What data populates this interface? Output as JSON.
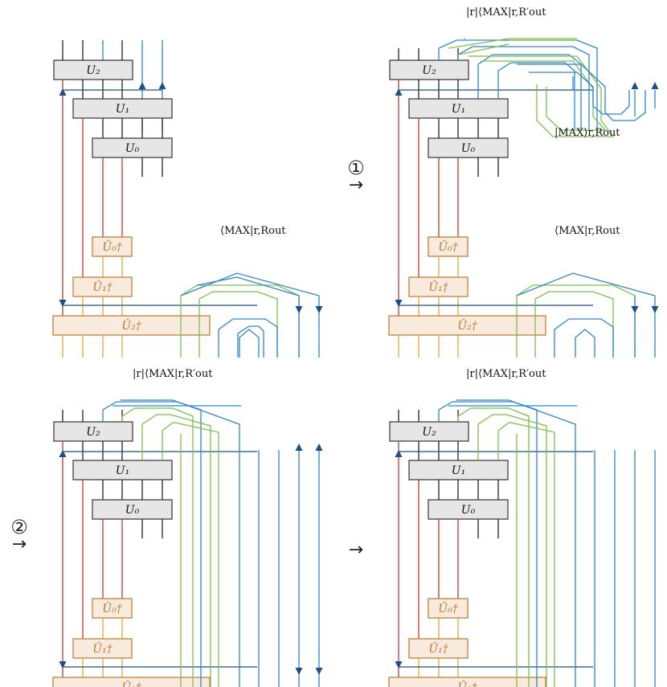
{
  "colors": {
    "black": "#222222",
    "red": "#c0392b",
    "orange": "#e8a531",
    "blue": "#2e86c8",
    "green": "#7cbf4a",
    "navy": "#1b4f8c",
    "gray_box_fill": "#e6e6e6",
    "gray_box_stroke": "#333333",
    "peach_box_fill": "#f8ebdd",
    "peach_box_stroke": "#b9772e",
    "peach_text": "#b9772e"
  },
  "gates": {
    "u2": "U₂",
    "u1": "U₁",
    "u0": "U₀",
    "u0_dag": "Û₀†",
    "u1_dag": "Û₁†",
    "u2_dag": "Û₂†"
  },
  "labels": {
    "bra_max_rout": "⟨MAX|r,Rout",
    "r_bra_max_rprime": "|r|⟨MAX|r,R′out",
    "ket_max_rout": "|MAX⟩r,Rout"
  },
  "steps": {
    "step1": "①",
    "step2": "②",
    "arrow": "→"
  },
  "panels": [
    "top-left",
    "top-right",
    "bottom-left",
    "bottom-right"
  ]
}
